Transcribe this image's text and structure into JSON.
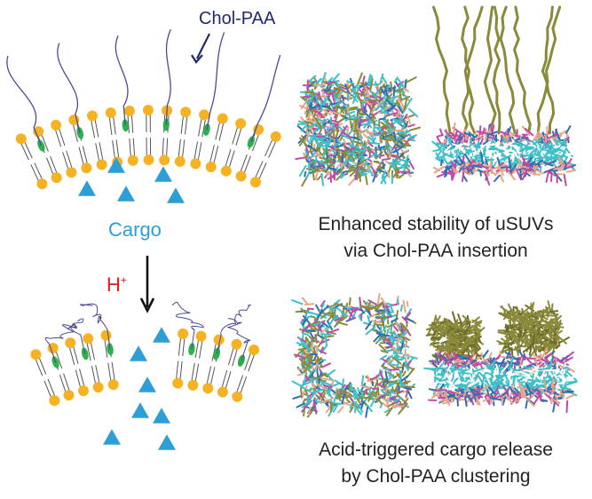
{
  "labels": {
    "polymer": "Chol-PAA",
    "cargo": "Cargo",
    "trigger_main": "H",
    "trigger_sup": "+"
  },
  "captions": {
    "top_line1": "Enhanced stability of uSUVs",
    "top_line2": "via Chol-PAA insertion",
    "bottom_line1": "Acid-triggered cargo release",
    "bottom_line2": "by Chol-PAA clustering"
  },
  "colors": {
    "lipid_head": "#f5b324",
    "lipid_tail": "#555555",
    "cholesterol": "#2db24a",
    "polymer": "#4a4a9a",
    "cargo": "#2e9fd6",
    "arrow": "#111111",
    "proton": "#e8191b",
    "md_cyan": "#3fc0c8",
    "md_olive": "#8a8a3a",
    "md_magenta": "#c04aa8",
    "md_salmon": "#e7a58a"
  },
  "icons": {
    "arrow": "down-arrow-icon",
    "cargo": "triangle-icon"
  }
}
